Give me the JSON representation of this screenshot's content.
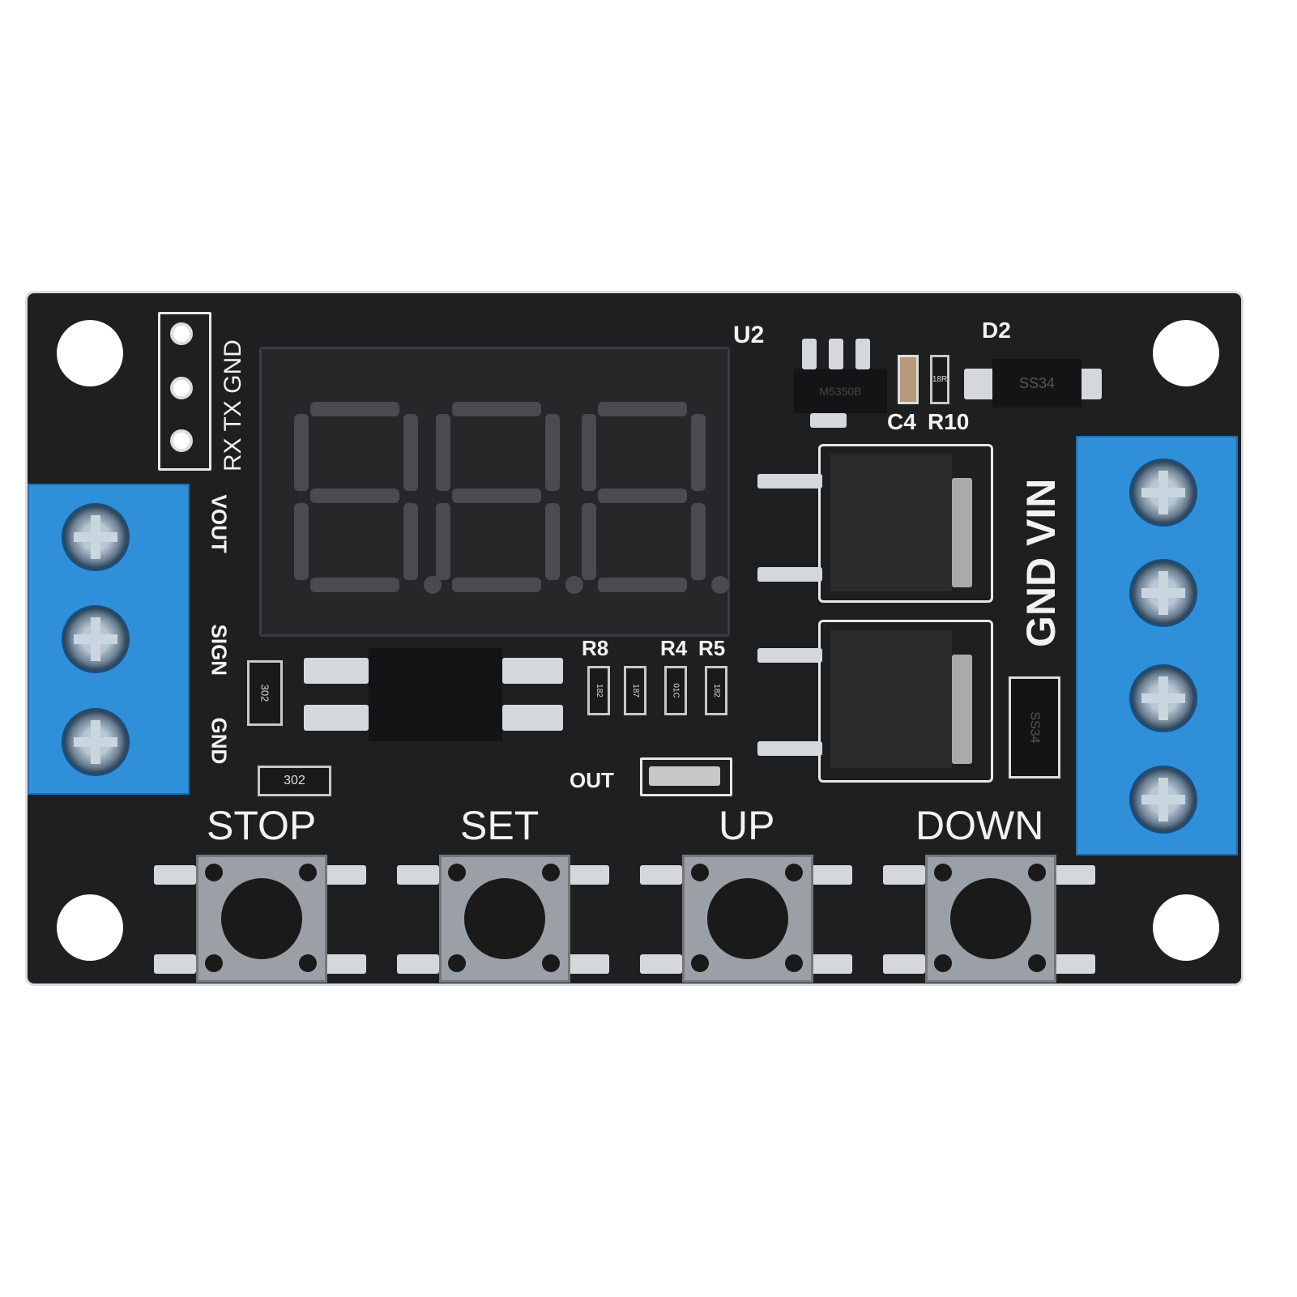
{
  "board": {
    "header_label": "RX TX GND",
    "left_terminal_labels": [
      "VOUT",
      "SIGN",
      "GND"
    ],
    "right_terminal_label": "GND VIN",
    "buttons": [
      "STOP",
      "SET",
      "UP",
      "DOWN"
    ],
    "silkscreen": {
      "u2": "U2",
      "d2": "D2",
      "c4": "C4",
      "r10": "R10",
      "r8": "R8",
      "r4": "R4",
      "r5": "R5",
      "out": "OUT"
    },
    "component_markings": {
      "u2_chip": "M5350B",
      "r10_code": "18R",
      "d2_code": "SS34",
      "d_right_code": "SS34",
      "res_left": "302",
      "res_bottom": "302",
      "r8_code": "182",
      "r_mid_code": "187",
      "r4_code": "01C",
      "r5_code": "182"
    },
    "colors": {
      "pcb": "#1e1f21",
      "terminal": "#2f8fd8",
      "silkscreen": "#f2f2f2"
    }
  }
}
